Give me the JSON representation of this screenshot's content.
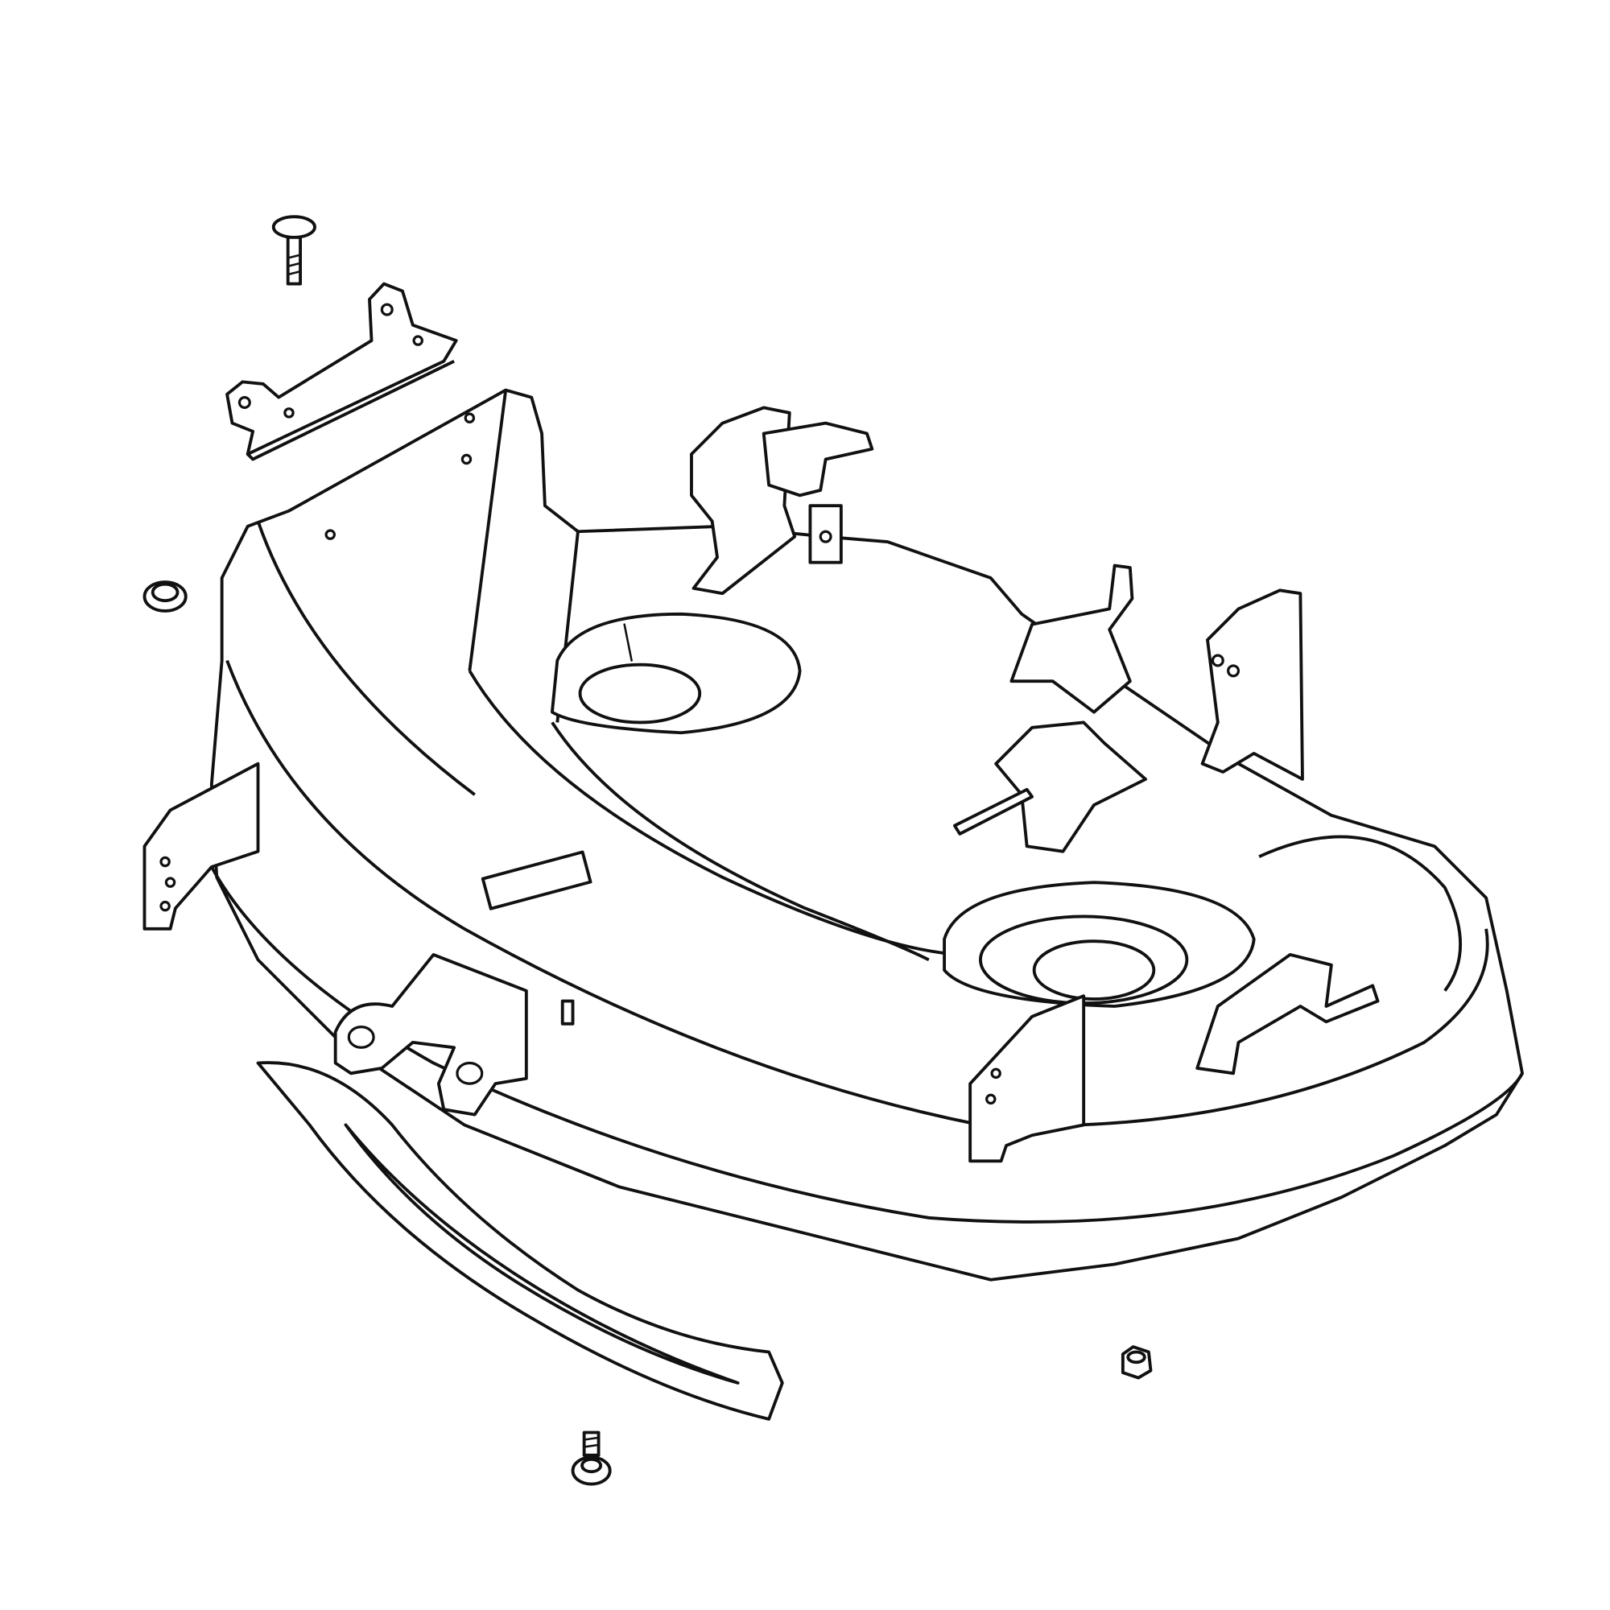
{
  "diagram": {
    "type": "exploded-parts-line-drawing",
    "colors": {
      "line": "#111111",
      "background": "#ffffff"
    },
    "parts": [
      {
        "id": "carriage-bolt"
      },
      {
        "id": "front-hanger-bracket"
      },
      {
        "id": "flange-nut"
      },
      {
        "id": "mower-deck-housing"
      },
      {
        "id": "left-spindle-mount"
      },
      {
        "id": "right-spindle-mount"
      },
      {
        "id": "rear-hanger-brackets"
      },
      {
        "id": "side-hanger-brackets"
      },
      {
        "id": "baffle-plate"
      },
      {
        "id": "hex-nut"
      },
      {
        "id": "shoulder-bolt"
      }
    ]
  }
}
